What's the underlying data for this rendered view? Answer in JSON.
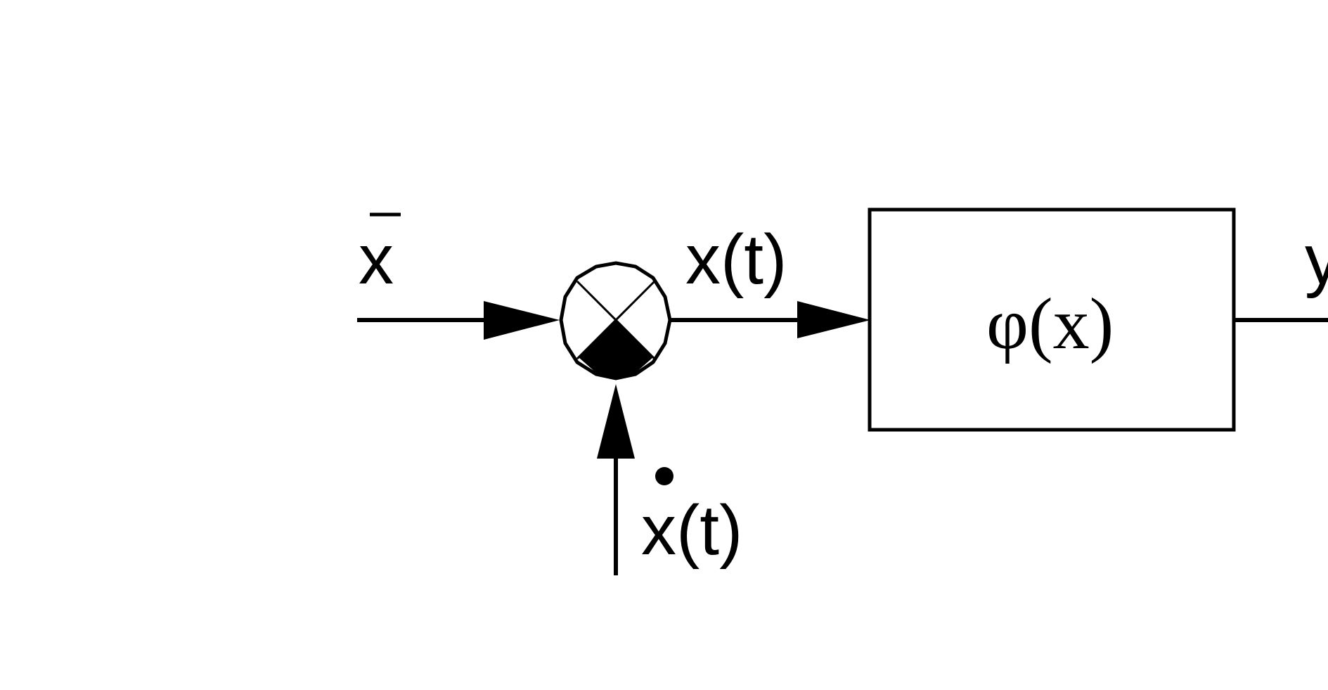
{
  "diagram": {
    "input_label": "x",
    "sum_output_label": "x(t)",
    "fluctuation_label": "x(t)",
    "block_label": "φ(x)",
    "output_label": "y"
  },
  "colors": {
    "stroke": "#000000",
    "background": "#ffffff"
  }
}
